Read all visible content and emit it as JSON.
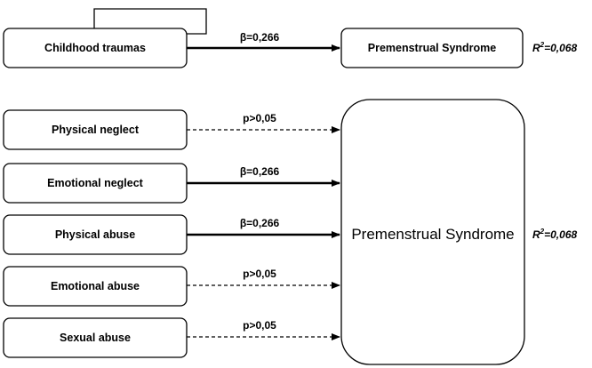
{
  "top_model": {
    "predictor": "Childhood traumas",
    "outcome": "Premenstrual Syndrome",
    "effect_label": "β=0,266",
    "r2_prefix": "R",
    "r2_sup": "2",
    "r2_value": "=0,068"
  },
  "bottom_model": {
    "outcome": "Premenstrual Syndrome",
    "r2_prefix": "R",
    "r2_sup": "2",
    "r2_value": "=0,068",
    "predictors": [
      {
        "label": "Physical neglect",
        "effect_label": "p>0,05",
        "significant": false
      },
      {
        "label": "Emotional neglect",
        "effect_label": "β=0,266",
        "significant": true
      },
      {
        "label": "Physical abuse",
        "effect_label": "β=0,266",
        "significant": true
      },
      {
        "label": "Emotional abuse",
        "effect_label": "p>0,05",
        "significant": false
      },
      {
        "label": "Sexual abuse",
        "effect_label": "p>0,05",
        "significant": false
      }
    ]
  },
  "colors": {
    "stroke": "#000000",
    "background": "#ffffff"
  }
}
